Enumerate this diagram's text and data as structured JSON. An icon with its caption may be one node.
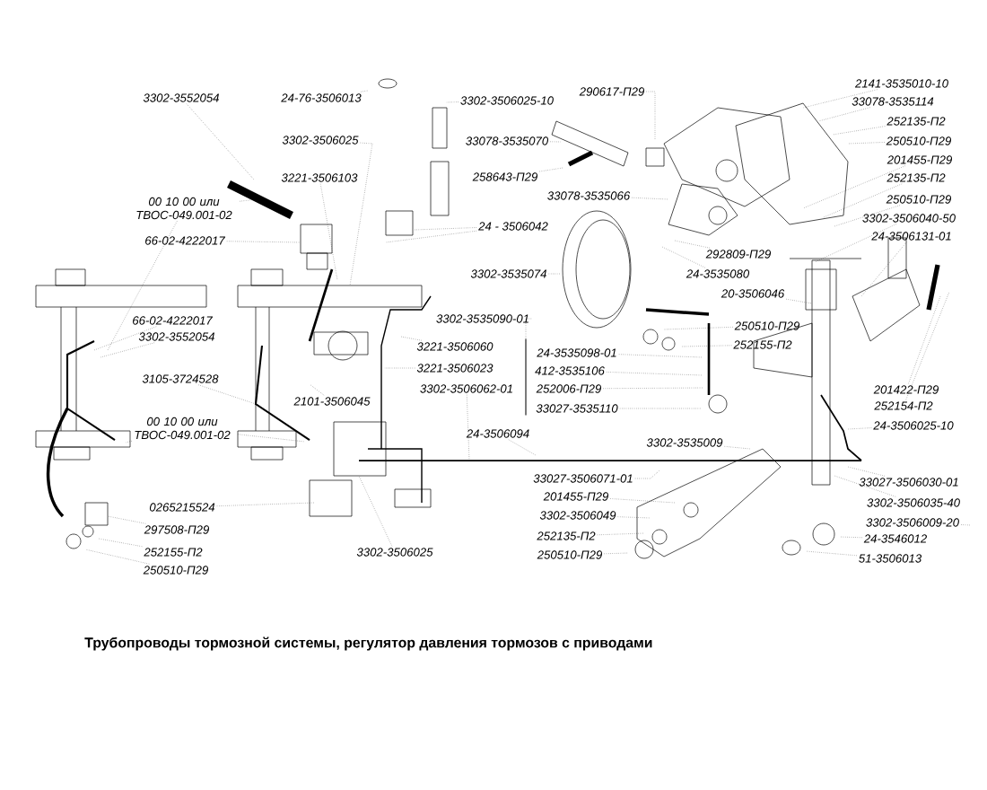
{
  "diagram": {
    "caption": "Трубопроводы тормозной системы, регулятор давления тормозов с приводами",
    "nodes": [
      {
        "text": [
          "3302-3552054"
        ]
      },
      {
        "text": [
          "24-76-3506013"
        ]
      },
      {
        "text": [
          "3302-3506025-10"
        ]
      },
      {
        "text": [
          "290617-П29"
        ]
      },
      {
        "text": [
          "2141-3535010-10"
        ]
      },
      {
        "text": [
          "33078-3535114"
        ]
      },
      {
        "text": [
          "252135-П2"
        ]
      },
      {
        "text": [
          "3302-3506025"
        ]
      },
      {
        "text": [
          "33078-3535070"
        ]
      },
      {
        "text": [
          "250510-П29"
        ]
      },
      {
        "text": [
          "201455-П29"
        ]
      },
      {
        "text": [
          "3221-3506103"
        ]
      },
      {
        "text": [
          "258643-П29"
        ]
      },
      {
        "text": [
          "33078-3535066"
        ]
      },
      {
        "text": [
          "252135-П2"
        ]
      },
      {
        "text": [
          "250510-П29"
        ]
      },
      {
        "text": [
          "00 10 00 или ТВОС-049.001-02"
        ]
      },
      {
        "text": [
          "24 - 3506042"
        ]
      },
      {
        "text": [
          "66-02-4222017"
        ]
      },
      {
        "text": [
          "3302-3506040-50"
        ]
      },
      {
        "text": [
          "24-3506131-01"
        ]
      },
      {
        "text": [
          "292809-П29"
        ]
      },
      {
        "text": [
          "3302-3535074"
        ]
      },
      {
        "text": [
          "24-3535080"
        ]
      },
      {
        "text": [
          "20-3506046"
        ]
      },
      {
        "text": [
          "3302-3535090-01"
        ]
      },
      {
        "text": [
          "24-3535098-01"
        ]
      },
      {
        "text": [
          "250510-П29"
        ]
      },
      {
        "text": [
          "252155-П2"
        ]
      },
      {
        "text": [
          "3221-3506060"
        ]
      },
      {
        "text": [
          "412-3535106"
        ]
      },
      {
        "text": [
          "3221-3506023"
        ]
      },
      {
        "text": [
          "66-02-4222017"
        ]
      },
      {
        "text": [
          "3302-3552054"
        ]
      },
      {
        "text": [
          "3302-3506062-01"
        ]
      },
      {
        "text": [
          "252006-П29"
        ]
      },
      {
        "text": [
          "201422-П29"
        ]
      },
      {
        "text": [
          "3105-3724528"
        ]
      },
      {
        "text": [
          "2101-3506045"
        ]
      },
      {
        "text": [
          "33027-3535110"
        ]
      },
      {
        "text": [
          "252154-П2"
        ]
      },
      {
        "text": [
          "24-3506094"
        ]
      },
      {
        "text": [
          "3302-3535009"
        ]
      },
      {
        "text": [
          "24-3506025-10"
        ]
      },
      {
        "text": [
          "00 10 00 или ТВОС-049.001-02"
        ]
      },
      {
        "text": [
          "33027-3506071-01"
        ]
      },
      {
        "text": [
          "33027-3506030-01"
        ]
      },
      {
        "text": [
          "201455-П29"
        ]
      },
      {
        "text": [
          "3302-3506035-40"
        ]
      },
      {
        "text": [
          "0265215524"
        ]
      },
      {
        "text": [
          "3302-3506049"
        ]
      },
      {
        "text": [
          "3302-3506009-20"
        ]
      },
      {
        "text": [
          "297508-П29"
        ]
      },
      {
        "text": [
          "252135-П2"
        ]
      },
      {
        "text": [
          "24-3546012"
        ]
      },
      {
        "text": [
          "252155-П2"
        ]
      },
      {
        "text": [
          "3302-3506025"
        ]
      },
      {
        "text": [
          "250510-П29"
        ]
      },
      {
        "text": [
          "51-3506013"
        ]
      },
      {
        "text": [
          "250510-П29"
        ]
      },
      {
        "text": [],
        "shape": "bar"
      }
    ],
    "edges": [
      {
        "from": 0,
        "to": null,
        "arrow": "none"
      },
      {
        "from": 1,
        "to": null,
        "arrow": "none"
      },
      {
        "from": 2,
        "to": null,
        "arrow": "none"
      },
      {
        "from": 3,
        "to": null,
        "arrow": "none"
      },
      {
        "from": 4,
        "to": null,
        "arrow": "none"
      },
      {
        "from": 5,
        "to": null,
        "arrow": "none"
      },
      {
        "from": 6,
        "to": null,
        "arrow": "none"
      },
      {
        "from": 7,
        "to": null,
        "arrow": "none"
      },
      {
        "from": 8,
        "to": null,
        "arrow": "none"
      },
      {
        "from": 9,
        "to": null,
        "arrow": "none"
      },
      {
        "from": 10,
        "to": null,
        "arrow": "none"
      },
      {
        "from": 11,
        "to": null,
        "arrow": "none"
      },
      {
        "from": 12,
        "to": null,
        "arrow": "none"
      },
      {
        "from": 13,
        "to": null,
        "arrow": "none"
      },
      {
        "from": 14,
        "to": null,
        "arrow": "none"
      },
      {
        "from": 15,
        "to": null,
        "arrow": "none"
      },
      {
        "from": 16,
        "to": null,
        "arrow": "none"
      },
      {
        "from": 16,
        "to": null,
        "arrow": "none"
      },
      {
        "from": 17,
        "to": null,
        "arrow": "none"
      },
      {
        "from": 17,
        "to": null,
        "arrow": "none"
      },
      {
        "from": 18,
        "to": null,
        "arrow": "none"
      },
      {
        "from": 19,
        "to": null,
        "arrow": "none"
      },
      {
        "from": 20,
        "to": null,
        "arrow": "none"
      },
      {
        "from": 21,
        "to": null,
        "arrow": "none"
      },
      {
        "from": 22,
        "to": null,
        "arrow": "none"
      },
      {
        "from": 23,
        "to": null,
        "arrow": "none"
      },
      {
        "from": 24,
        "to": null,
        "arrow": "none"
      },
      {
        "from": 25,
        "to": 60,
        "arrow": "none"
      },
      {
        "from": 26,
        "to": null,
        "arrow": "none"
      },
      {
        "from": 27,
        "to": null,
        "arrow": "none"
      },
      {
        "from": 28,
        "to": null,
        "arrow": "none"
      },
      {
        "from": 29,
        "to": null,
        "arrow": "none"
      },
      {
        "from": 30,
        "to": null,
        "arrow": "none"
      },
      {
        "from": 31,
        "to": null,
        "arrow": "none"
      },
      {
        "from": 32,
        "to": null,
        "arrow": "none"
      },
      {
        "from": 33,
        "to": null,
        "arrow": "none"
      },
      {
        "from": 34,
        "to": null,
        "arrow": "none"
      },
      {
        "from": 35,
        "to": null,
        "arrow": "none"
      },
      {
        "from": 36,
        "to": null,
        "arrow": "none"
      },
      {
        "from": 37,
        "to": null,
        "arrow": "none"
      },
      {
        "from": 38,
        "to": null,
        "arrow": "none"
      },
      {
        "from": 39,
        "to": null,
        "arrow": "none"
      },
      {
        "from": 40,
        "to": null,
        "arrow": "none"
      },
      {
        "from": 41,
        "to": null,
        "arrow": "none"
      },
      {
        "from": 42,
        "to": null,
        "arrow": "none"
      },
      {
        "from": 43,
        "to": null,
        "arrow": "none"
      },
      {
        "from": 44,
        "to": null,
        "arrow": "none"
      },
      {
        "from": 44,
        "to": null,
        "arrow": "none"
      },
      {
        "from": 45,
        "to": null,
        "arrow": "none"
      },
      {
        "from": 46,
        "to": null,
        "arrow": "none"
      },
      {
        "from": 47,
        "to": null,
        "arrow": "none"
      },
      {
        "from": 48,
        "to": null,
        "arrow": "none"
      },
      {
        "from": 49,
        "to": null,
        "arrow": "none"
      },
      {
        "from": 50,
        "to": null,
        "arrow": "none"
      },
      {
        "from": 51,
        "to": null,
        "arrow": "none"
      },
      {
        "from": 52,
        "to": null,
        "arrow": "none"
      },
      {
        "from": 53,
        "to": null,
        "arrow": "none"
      },
      {
        "from": 54,
        "to": null,
        "arrow": "none"
      },
      {
        "from": 55,
        "to": null,
        "arrow": "none"
      },
      {
        "from": 56,
        "to": null,
        "arrow": "none"
      },
      {
        "from": 57,
        "to": null,
        "arrow": "none"
      },
      {
        "from": 58,
        "to": null,
        "arrow": "none"
      },
      {
        "from": 59,
        "to": null,
        "arrow": "none"
      }
    ]
  }
}
